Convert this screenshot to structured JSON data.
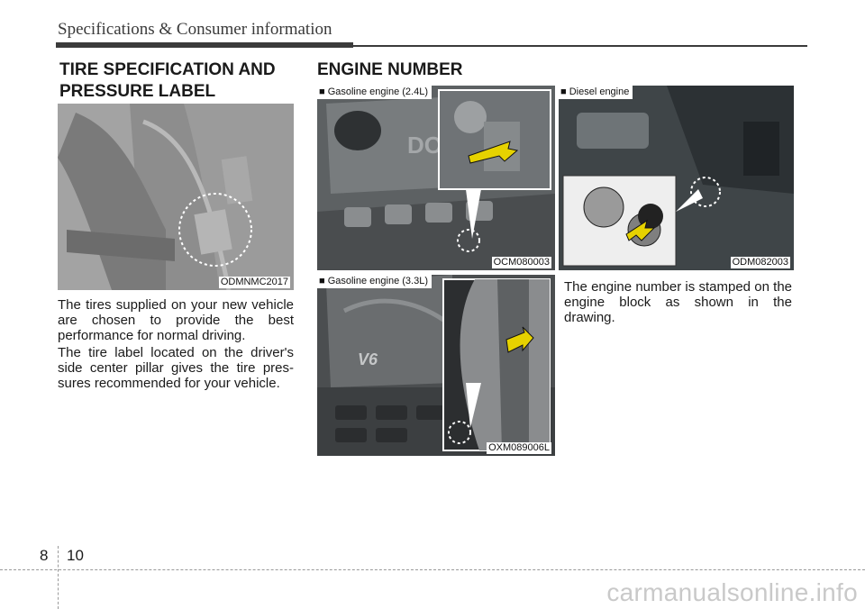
{
  "header": {
    "title": "Specifications & Consumer information"
  },
  "tire": {
    "title": "TIRE SPECIFICATION AND PRESSURE LABEL",
    "figure_code": "ODMNMC2017",
    "paragraphs": [
      "The tires supplied on your new vehi­cle are chosen to provide the best performance for normal driving.",
      "The tire label located on the driver's side center pillar gives the tire pres­sures recommended for your vehicle."
    ]
  },
  "engine": {
    "title": "ENGINE NUMBER",
    "figures": [
      {
        "caption": "■ Gasoline engine (2.4L)",
        "code": "OCM080003",
        "badge": "DOH"
      },
      {
        "caption": "■ Diesel engine",
        "code": "ODM082003"
      },
      {
        "caption": "■ Gasoline engine (3.3L)",
        "code": "OXM089006L",
        "badge": "V6"
      }
    ],
    "paragraph": "The engine number is stamped on the engine block as shown in the drawing."
  },
  "footer": {
    "section": "8",
    "page": "10",
    "watermark": "carmanualsonline.info"
  },
  "colors": {
    "arrow_fill": "#e6d200",
    "circle_stroke": "#ffffff"
  }
}
